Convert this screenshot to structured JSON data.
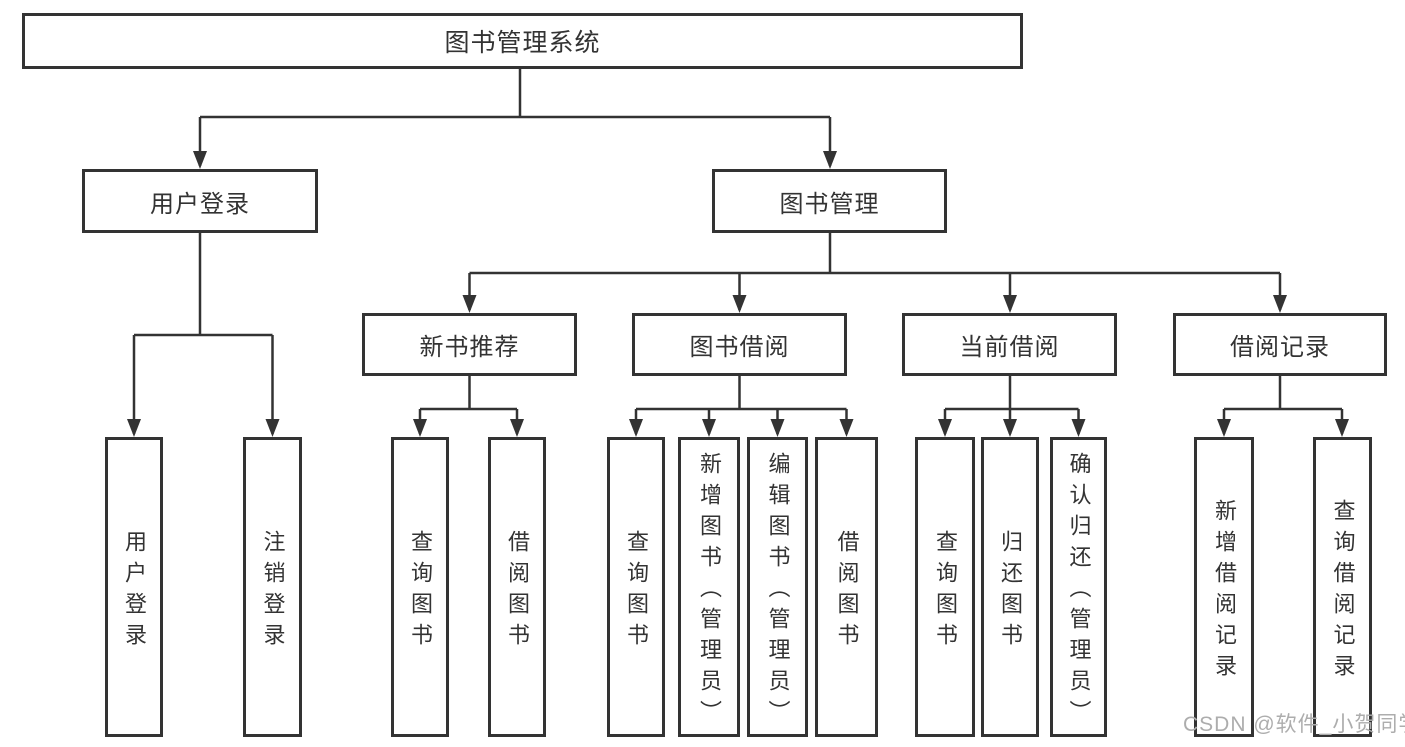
{
  "colors": {
    "line": "#333333",
    "text": "#333333",
    "watermark": "#adadad",
    "background": "#ffffff"
  },
  "watermark": {
    "text": "CSDN @软件_小贺同学"
  },
  "diagram": {
    "root": {
      "label": "图书管理系统"
    },
    "user_login": {
      "label": "用户登录",
      "children": {
        "login": {
          "label": "用户登录"
        },
        "logout": {
          "label": "注销登录"
        }
      }
    },
    "book_management": {
      "label": "图书管理",
      "children": {
        "new_book_recommend": {
          "label": "新书推荐",
          "children": {
            "query_books": {
              "label": "查询图书"
            },
            "borrow_books": {
              "label": "借阅图书"
            }
          }
        },
        "book_borrowing": {
          "label": "图书借阅",
          "children": {
            "query_books": {
              "label": "查询图书"
            },
            "add_books_admin": {
              "label": "新增图书（管理员）"
            },
            "edit_books_admin": {
              "label": "编辑图书（管理员）"
            },
            "borrow_books": {
              "label": "借阅图书"
            }
          }
        },
        "current_borrowing": {
          "label": "当前借阅",
          "children": {
            "query_books": {
              "label": "查询图书"
            },
            "return_books": {
              "label": "归还图书"
            },
            "confirm_return_admin": {
              "label": "确认归还（管理员）"
            }
          }
        },
        "borrow_records": {
          "label": "借阅记录",
          "children": {
            "add_borrow_record": {
              "label": "新增借阅记录"
            },
            "query_borrow_record": {
              "label": "查询借阅记录"
            }
          }
        }
      }
    }
  }
}
